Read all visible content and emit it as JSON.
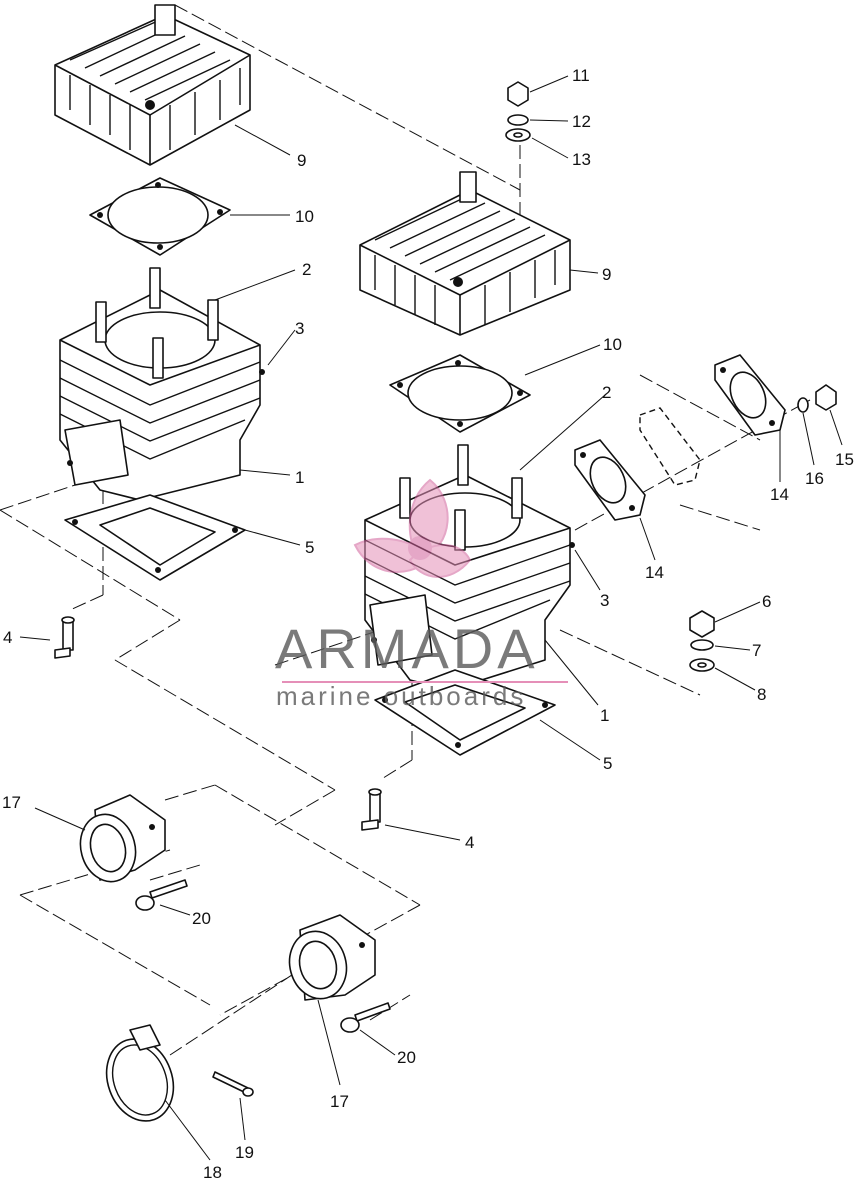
{
  "watermark": {
    "title": "ARMADA",
    "subtitle": "marine outboards",
    "accent_color": "#e58fb8"
  },
  "callouts": {
    "c1a": "1",
    "c1b": "1",
    "c2a": "2",
    "c2b": "2",
    "c3a": "3",
    "c3b": "3",
    "c4a": "4",
    "c4b": "4",
    "c5a": "5",
    "c5b": "5",
    "c6": "6",
    "c7": "7",
    "c8": "8",
    "c9a": "9",
    "c9b": "9",
    "c10a": "10",
    "c10b": "10",
    "c11": "11",
    "c12": "12",
    "c13": "13",
    "c14a": "14",
    "c14b": "14",
    "c15": "15",
    "c16": "16",
    "c17a": "17",
    "c17b": "17",
    "c18": "18",
    "c19": "19",
    "c20a": "20",
    "c20b": "20"
  }
}
